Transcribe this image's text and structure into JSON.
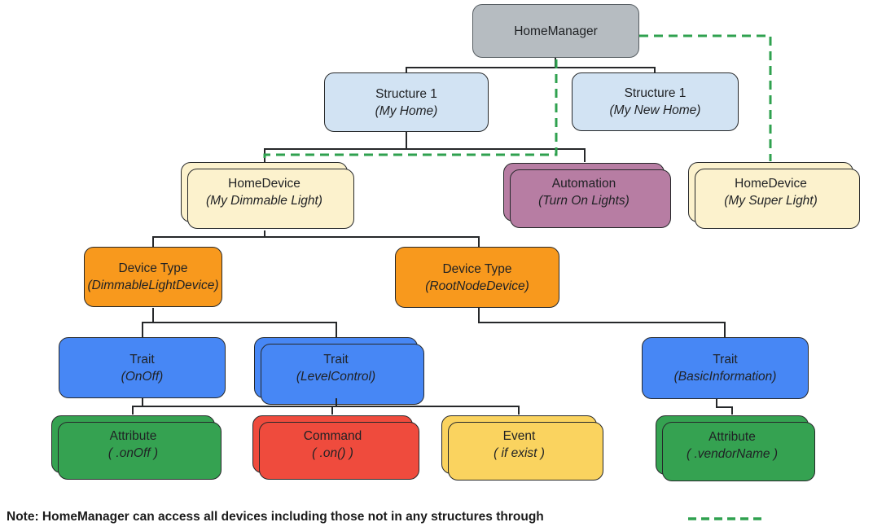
{
  "palette": {
    "header_gray": "#b6bcc1",
    "structure_blue": "#d2e3f3",
    "device_cream": "#fcf2cd",
    "automation_mauve": "#b77da3",
    "device_type_orange": "#f8991d",
    "trait_blue": "#4787f5",
    "attribute_green": "#35a251",
    "command_red": "#ef4b3d",
    "event_yellow": "#fad35f",
    "wire_black": "#26282a",
    "dashed_link_green": "#2fa14f"
  },
  "nodes": [
    {
      "id": "home-manager",
      "title": "HomeManager",
      "subtitle": ""
    },
    {
      "id": "structure-my-home",
      "title": "Structure 1",
      "subtitle": "(My Home)"
    },
    {
      "id": "structure-my-new-home",
      "title": "Structure 1",
      "subtitle": "(My New Home)"
    },
    {
      "id": "home-device-my-dimmable-light",
      "title": "HomeDevice",
      "subtitle": "(My Dimmable Light)"
    },
    {
      "id": "automation-turn-on-lights",
      "title": "Automation",
      "subtitle": "(Turn On Lights)"
    },
    {
      "id": "home-device-my-super-light",
      "title": "HomeDevice",
      "subtitle": "(My Super Light)"
    },
    {
      "id": "device-type-dimmable",
      "title": "Device Type",
      "subtitle": "(DimmableLightDevice)"
    },
    {
      "id": "device-type-rootnode",
      "title": "Device Type",
      "subtitle": "(RootNodeDevice)"
    },
    {
      "id": "trait-onoff",
      "title": "Trait",
      "subtitle": "(OnOff)"
    },
    {
      "id": "trait-levelcontrol",
      "title": "Trait",
      "subtitle": "(LevelControl)"
    },
    {
      "id": "trait-basicinformation",
      "title": "Trait",
      "subtitle": "(BasicInformation)"
    },
    {
      "id": "attribute-onoff",
      "title": "Attribute",
      "subtitle": "( .onOff )"
    },
    {
      "id": "command-on",
      "title": "Command",
      "subtitle": "( .on() )"
    },
    {
      "id": "event-if-exist",
      "title": "Event",
      "subtitle": "( if exist )"
    },
    {
      "id": "attribute-vendorname",
      "title": "Attribute",
      "subtitle": "( .vendorName )"
    }
  ],
  "note": {
    "text": "Note: HomeManager can access all devices including those not in any structures through"
  }
}
